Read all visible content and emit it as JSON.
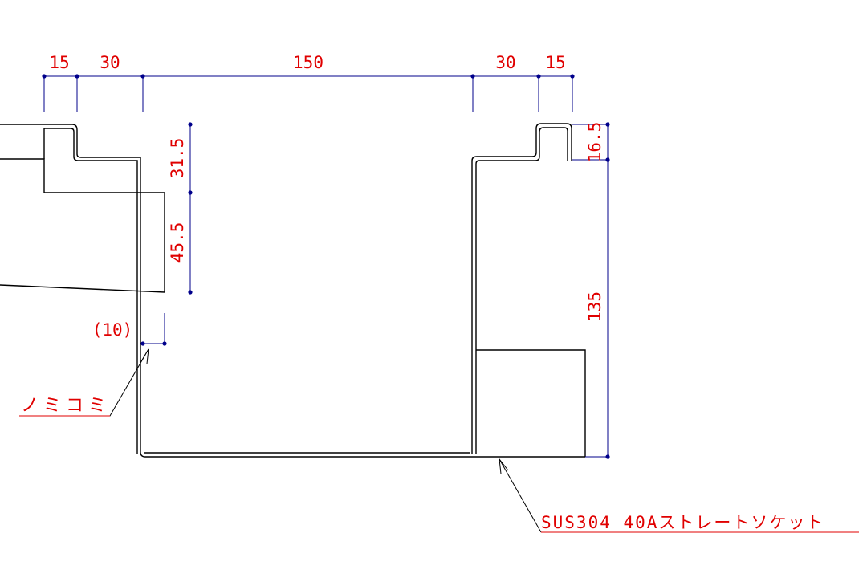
{
  "colors": {
    "background": "#ffffff",
    "part_line": "#000000",
    "dimension_line": "#00008b",
    "dimension_text": "#e00000",
    "leader_line": "#000000"
  },
  "dimensions": {
    "top": [
      "15",
      "30",
      "150",
      "30",
      "15"
    ],
    "left_vertical": [
      "31.5",
      "45.5"
    ],
    "gap": "(10)",
    "right_vertical": [
      "16.5",
      "135"
    ]
  },
  "annotations": {
    "seal_note": "ノミコミ",
    "socket_note": "SUS304 40Aストレートソケット"
  }
}
